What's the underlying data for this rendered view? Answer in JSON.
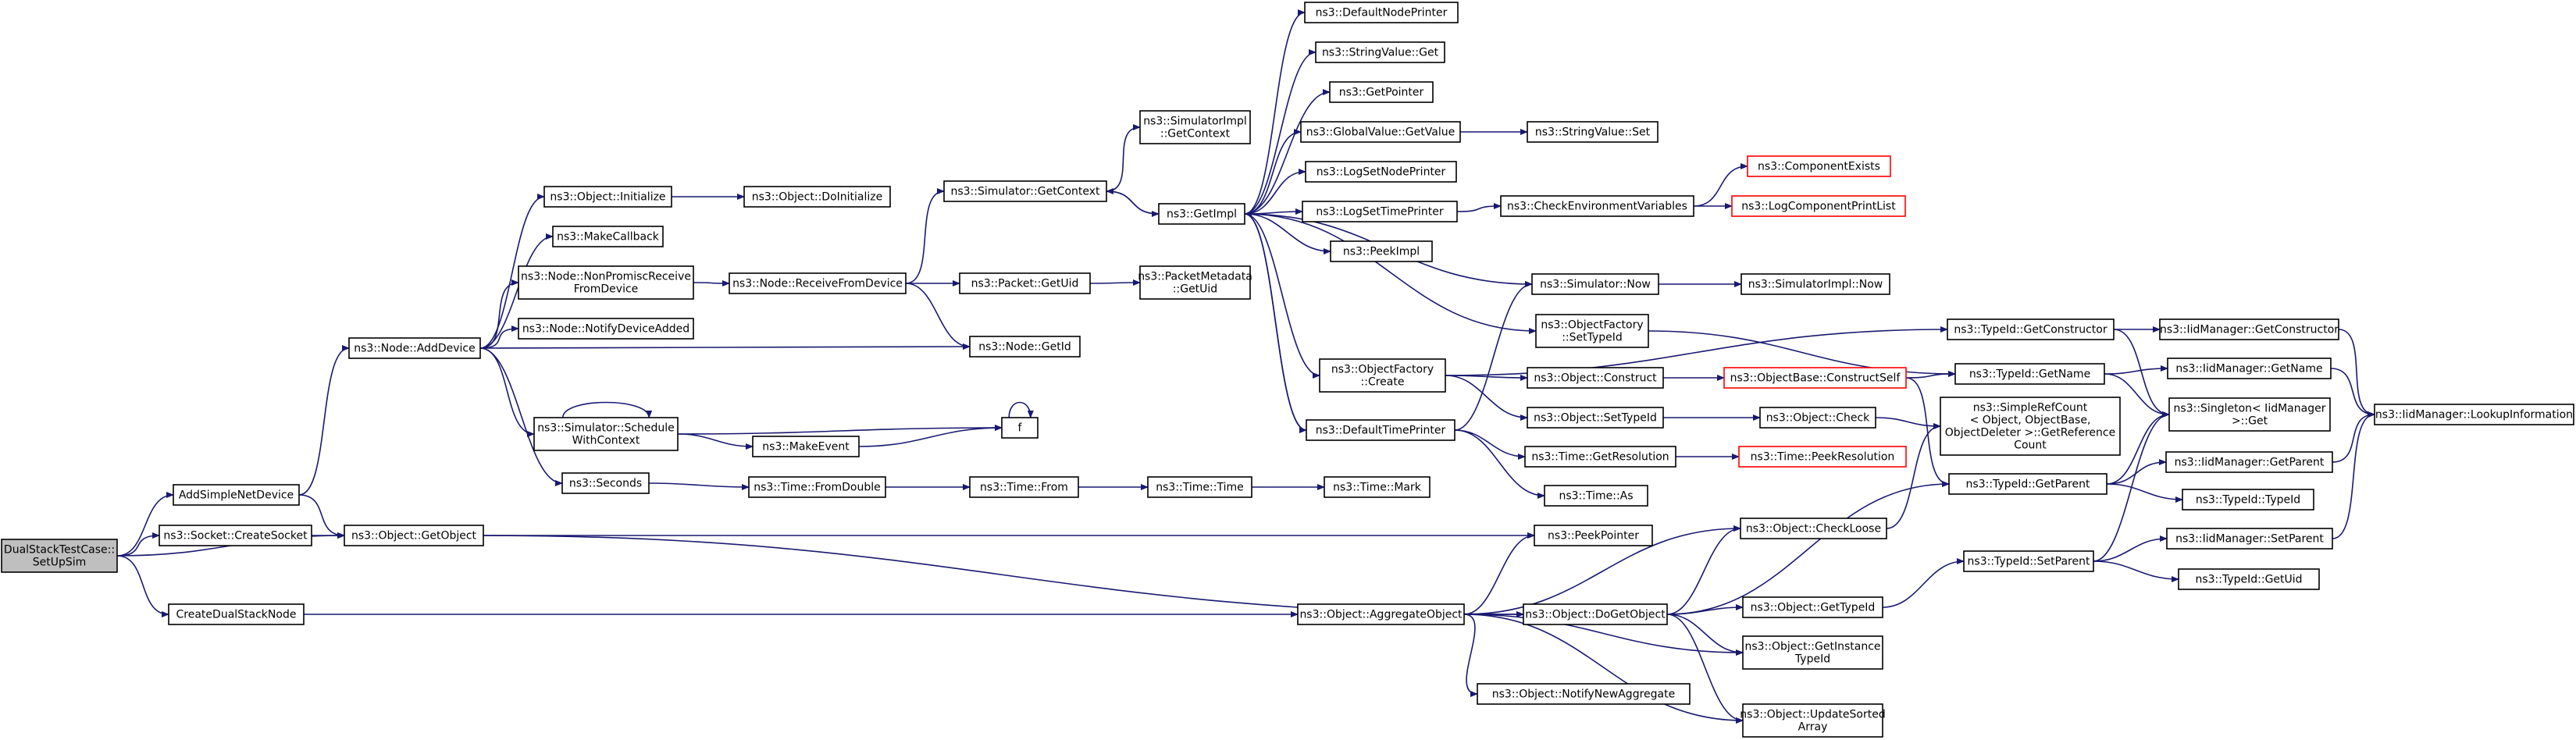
{
  "colors": {
    "edge": "#191970",
    "root_fill": "#bfbfbf",
    "node_fill": "#ffffff",
    "truncated_border": "#ff0000"
  },
  "nodes": [
    {
      "id": "root",
      "lines": [
        "DualStackTestCase::",
        "SetUpSim"
      ],
      "root": true
    },
    {
      "id": "addSimpleNetDevice",
      "lines": [
        "AddSimpleNetDevice"
      ]
    },
    {
      "id": "socketCreateSocket",
      "lines": [
        "ns3::Socket::CreateSocket"
      ]
    },
    {
      "id": "createDualStackNode",
      "lines": [
        "CreateDualStackNode"
      ]
    },
    {
      "id": "objectGetObject",
      "lines": [
        "ns3::Object::GetObject"
      ]
    },
    {
      "id": "nodeAddDevice",
      "lines": [
        "ns3::Node::AddDevice"
      ]
    },
    {
      "id": "objectInitialize",
      "lines": [
        "ns3::Object::Initialize"
      ]
    },
    {
      "id": "makeCallback",
      "lines": [
        "ns3::MakeCallback"
      ]
    },
    {
      "id": "nodeNonPromisc",
      "lines": [
        "ns3::Node::NonPromiscReceive",
        "FromDevice"
      ]
    },
    {
      "id": "nodeNotifyDeviceAdded",
      "lines": [
        "ns3::Node::NotifyDeviceAdded"
      ]
    },
    {
      "id": "simulatorScheduleWithContext",
      "lines": [
        "ns3::Simulator::Schedule",
        "WithContext"
      ]
    },
    {
      "id": "seconds",
      "lines": [
        "ns3::Seconds"
      ]
    },
    {
      "id": "objectDoInitialize",
      "lines": [
        "ns3::Object::DoInitialize"
      ]
    },
    {
      "id": "nodeReceiveFromDevice",
      "lines": [
        "ns3::Node::ReceiveFromDevice"
      ]
    },
    {
      "id": "nodeGetId",
      "lines": [
        "ns3::Node::GetId"
      ]
    },
    {
      "id": "makeEvent",
      "lines": [
        "ns3::MakeEvent"
      ]
    },
    {
      "id": "f",
      "lines": [
        "f"
      ]
    },
    {
      "id": "timeFromDouble",
      "lines": [
        "ns3::Time::FromDouble"
      ]
    },
    {
      "id": "timeFrom",
      "lines": [
        "ns3::Time::From"
      ]
    },
    {
      "id": "timeTime",
      "lines": [
        "ns3::Time::Time"
      ]
    },
    {
      "id": "timeMark",
      "lines": [
        "ns3::Time::Mark"
      ]
    },
    {
      "id": "simulatorGetContext",
      "lines": [
        "ns3::Simulator::GetContext"
      ]
    },
    {
      "id": "packetGetUid",
      "lines": [
        "ns3::Packet::GetUid"
      ]
    },
    {
      "id": "simulatorImplGetContext",
      "lines": [
        "ns3::SimulatorImpl",
        "::GetContext"
      ]
    },
    {
      "id": "packetMetadataGetUid",
      "lines": [
        "ns3::PacketMetadata",
        "::GetUid"
      ]
    },
    {
      "id": "getImpl",
      "lines": [
        "ns3::GetImpl"
      ]
    },
    {
      "id": "defaultNodePrinter",
      "lines": [
        "ns3::DefaultNodePrinter"
      ]
    },
    {
      "id": "stringValueGet",
      "lines": [
        "ns3::StringValue::Get"
      ]
    },
    {
      "id": "getPointer",
      "lines": [
        "ns3::GetPointer"
      ]
    },
    {
      "id": "globalValueGetValue",
      "lines": [
        "ns3::GlobalValue::GetValue"
      ]
    },
    {
      "id": "logSetNodePrinter",
      "lines": [
        "ns3::LogSetNodePrinter"
      ]
    },
    {
      "id": "logSetTimePrinter",
      "lines": [
        "ns3::LogSetTimePrinter"
      ]
    },
    {
      "id": "peekImpl",
      "lines": [
        "ns3::PeekImpl"
      ]
    },
    {
      "id": "objectFactoryCreate",
      "lines": [
        "ns3::ObjectFactory",
        "::Create"
      ]
    },
    {
      "id": "defaultTimePrinter",
      "lines": [
        "ns3::DefaultTimePrinter"
      ]
    },
    {
      "id": "stringValueSet",
      "lines": [
        "ns3::StringValue::Set"
      ]
    },
    {
      "id": "checkEnvironmentVariables",
      "lines": [
        "ns3::CheckEnvironmentVariables"
      ]
    },
    {
      "id": "componentExists",
      "lines": [
        "ns3::ComponentExists"
      ],
      "truncated": true
    },
    {
      "id": "logComponentPrintList",
      "lines": [
        "ns3::LogComponentPrintList"
      ],
      "truncated": true
    },
    {
      "id": "simulatorNow",
      "lines": [
        "ns3::Simulator::Now"
      ]
    },
    {
      "id": "simulatorImplNow",
      "lines": [
        "ns3::SimulatorImpl::Now"
      ]
    },
    {
      "id": "objectFactorySetTypeId",
      "lines": [
        "ns3::ObjectFactory",
        "::SetTypeId"
      ]
    },
    {
      "id": "objectConstruct",
      "lines": [
        "ns3::Object::Construct"
      ]
    },
    {
      "id": "objectSetTypeId",
      "lines": [
        "ns3::Object::SetTypeId"
      ]
    },
    {
      "id": "objectBaseConstructSelf",
      "lines": [
        "ns3::ObjectBase::ConstructSelf"
      ],
      "truncated": true
    },
    {
      "id": "objectCheck",
      "lines": [
        "ns3::Object::Check"
      ]
    },
    {
      "id": "timeGetResolution",
      "lines": [
        "ns3::Time::GetResolution"
      ]
    },
    {
      "id": "timePeekResolution",
      "lines": [
        "ns3::Time::PeekResolution"
      ],
      "truncated": true
    },
    {
      "id": "timeAs",
      "lines": [
        "ns3::Time::As"
      ]
    },
    {
      "id": "typeIdGetConstructor",
      "lines": [
        "ns3::TypeId::GetConstructor"
      ]
    },
    {
      "id": "typeIdGetName",
      "lines": [
        "ns3::TypeId::GetName"
      ]
    },
    {
      "id": "simpleRefCount",
      "lines": [
        "ns3::SimpleRefCount",
        "< Object, ObjectBase,",
        "ObjectDeleter >::GetReference",
        "Count"
      ]
    },
    {
      "id": "typeIdGetParent",
      "lines": [
        "ns3::TypeId::GetParent"
      ]
    },
    {
      "id": "typeIdTypeId",
      "lines": [
        "ns3::TypeId::TypeId"
      ]
    },
    {
      "id": "iidGetConstructor",
      "lines": [
        "ns3::IidManager::GetConstructor"
      ]
    },
    {
      "id": "iidGetName",
      "lines": [
        "ns3::IidManager::GetName"
      ]
    },
    {
      "id": "singletonGet",
      "lines": [
        "ns3::Singleton< IidManager",
        ">::Get"
      ]
    },
    {
      "id": "iidGetParent",
      "lines": [
        "ns3::IidManager::GetParent"
      ]
    },
    {
      "id": "iidLookupInformation",
      "lines": [
        "ns3::IidManager::LookupInformation"
      ]
    },
    {
      "id": "peekPointer",
      "lines": [
        "ns3::PeekPointer"
      ]
    },
    {
      "id": "objectAggregateObject",
      "lines": [
        "ns3::Object::AggregateObject"
      ]
    },
    {
      "id": "objectDoGetObject",
      "lines": [
        "ns3::Object::DoGetObject"
      ]
    },
    {
      "id": "objectCheckLoose",
      "lines": [
        "ns3::Object::CheckLoose"
      ]
    },
    {
      "id": "objectGetTypeId",
      "lines": [
        "ns3::Object::GetTypeId"
      ]
    },
    {
      "id": "objectGetInstanceTypeId",
      "lines": [
        "ns3::Object::GetInstance",
        "TypeId"
      ]
    },
    {
      "id": "objectNotifyNewAggregate",
      "lines": [
        "ns3::Object::NotifyNewAggregate"
      ]
    },
    {
      "id": "objectUpdateSortedArray",
      "lines": [
        "ns3::Object::UpdateSorted",
        "Array"
      ]
    },
    {
      "id": "typeIdSetParent",
      "lines": [
        "ns3::TypeId::SetParent"
      ]
    },
    {
      "id": "iidSetParent",
      "lines": [
        "ns3::IidManager::SetParent"
      ]
    },
    {
      "id": "typeIdGetUid",
      "lines": [
        "ns3::TypeId::GetUid"
      ]
    }
  ],
  "edges": [
    [
      "root",
      "addSimpleNetDevice"
    ],
    [
      "root",
      "socketCreateSocket"
    ],
    [
      "root",
      "objectGetObject"
    ],
    [
      "root",
      "createDualStackNode"
    ],
    [
      "addSimpleNetDevice",
      "nodeAddDevice"
    ],
    [
      "addSimpleNetDevice",
      "objectGetObject"
    ],
    [
      "socketCreateSocket",
      "objectGetObject"
    ],
    [
      "createDualStackNode",
      "objectAggregateObject"
    ],
    [
      "objectGetObject",
      "peekPointer"
    ],
    [
      "objectGetObject",
      "objectDoGetObject"
    ],
    [
      "nodeAddDevice",
      "objectInitialize"
    ],
    [
      "nodeAddDevice",
      "makeCallback"
    ],
    [
      "nodeAddDevice",
      "nodeNonPromisc"
    ],
    [
      "nodeAddDevice",
      "nodeNotifyDeviceAdded"
    ],
    [
      "nodeAddDevice",
      "nodeGetId"
    ],
    [
      "nodeAddDevice",
      "simulatorScheduleWithContext"
    ],
    [
      "nodeAddDevice",
      "seconds"
    ],
    [
      "objectInitialize",
      "objectDoInitialize"
    ],
    [
      "nodeNonPromisc",
      "nodeReceiveFromDevice"
    ],
    [
      "nodeReceiveFromDevice",
      "simulatorGetContext"
    ],
    [
      "nodeReceiveFromDevice",
      "packetGetUid"
    ],
    [
      "nodeReceiveFromDevice",
      "nodeGetId"
    ],
    [
      "simulatorScheduleWithContext",
      "simulatorScheduleWithContext"
    ],
    [
      "simulatorScheduleWithContext",
      "makeEvent"
    ],
    [
      "simulatorScheduleWithContext",
      "f"
    ],
    [
      "makeEvent",
      "f"
    ],
    [
      "f",
      "f"
    ],
    [
      "seconds",
      "timeFromDouble"
    ],
    [
      "timeFromDouble",
      "timeFrom"
    ],
    [
      "timeFrom",
      "timeTime"
    ],
    [
      "timeTime",
      "timeMark"
    ],
    [
      "simulatorGetContext",
      "simulatorImplGetContext"
    ],
    [
      "simulatorGetContext",
      "getImpl"
    ],
    [
      "packetGetUid",
      "packetMetadataGetUid"
    ],
    [
      "getImpl",
      "defaultNodePrinter"
    ],
    [
      "getImpl",
      "stringValueGet"
    ],
    [
      "getImpl",
      "getPointer"
    ],
    [
      "getImpl",
      "globalValueGetValue"
    ],
    [
      "getImpl",
      "logSetNodePrinter"
    ],
    [
      "getImpl",
      "logSetTimePrinter"
    ],
    [
      "getImpl",
      "peekImpl"
    ],
    [
      "getImpl",
      "simulatorGetContext"
    ],
    [
      "getImpl",
      "simulatorNow"
    ],
    [
      "getImpl",
      "objectFactorySetTypeId"
    ],
    [
      "getImpl",
      "objectFactoryCreate"
    ],
    [
      "getImpl",
      "defaultTimePrinter"
    ],
    [
      "globalValueGetValue",
      "stringValueSet"
    ],
    [
      "logSetTimePrinter",
      "checkEnvironmentVariables"
    ],
    [
      "checkEnvironmentVariables",
      "componentExists"
    ],
    [
      "checkEnvironmentVariables",
      "logComponentPrintList"
    ],
    [
      "objectFactoryCreate",
      "typeIdGetConstructor"
    ],
    [
      "objectFactoryCreate",
      "objectConstruct"
    ],
    [
      "objectFactoryCreate",
      "objectSetTypeId"
    ],
    [
      "defaultTimePrinter",
      "getImpl"
    ],
    [
      "defaultTimePrinter",
      "simulatorNow"
    ],
    [
      "defaultTimePrinter",
      "timeGetResolution"
    ],
    [
      "defaultTimePrinter",
      "timeAs"
    ],
    [
      "simulatorNow",
      "simulatorImplNow"
    ],
    [
      "objectFactorySetTypeId",
      "typeIdGetName"
    ],
    [
      "objectConstruct",
      "objectBaseConstructSelf"
    ],
    [
      "objectBaseConstructSelf",
      "typeIdGetName"
    ],
    [
      "objectBaseConstructSelf",
      "typeIdGetParent"
    ],
    [
      "objectSetTypeId",
      "objectCheck"
    ],
    [
      "objectCheck",
      "simpleRefCount"
    ],
    [
      "timeGetResolution",
      "timePeekResolution"
    ],
    [
      "typeIdGetConstructor",
      "iidGetConstructor"
    ],
    [
      "typeIdGetConstructor",
      "singletonGet"
    ],
    [
      "typeIdGetName",
      "iidGetName"
    ],
    [
      "typeIdGetName",
      "singletonGet"
    ],
    [
      "typeIdGetParent",
      "singletonGet"
    ],
    [
      "typeIdGetParent",
      "iidGetParent"
    ],
    [
      "typeIdGetParent",
      "typeIdTypeId"
    ],
    [
      "iidGetConstructor",
      "iidLookupInformation"
    ],
    [
      "iidGetName",
      "iidLookupInformation"
    ],
    [
      "iidGetParent",
      "iidLookupInformation"
    ],
    [
      "objectAggregateObject",
      "peekPointer"
    ],
    [
      "objectAggregateObject",
      "objectCheckLoose"
    ],
    [
      "objectAggregateObject",
      "objectDoGetObject"
    ],
    [
      "objectAggregateObject",
      "objectGetInstanceTypeId"
    ],
    [
      "objectAggregateObject",
      "objectNotifyNewAggregate"
    ],
    [
      "objectAggregateObject",
      "objectUpdateSortedArray"
    ],
    [
      "objectDoGetObject",
      "objectCheckLoose"
    ],
    [
      "objectDoGetObject",
      "typeIdGetParent"
    ],
    [
      "objectDoGetObject",
      "objectGetTypeId"
    ],
    [
      "objectDoGetObject",
      "objectGetInstanceTypeId"
    ],
    [
      "objectDoGetObject",
      "objectUpdateSortedArray"
    ],
    [
      "objectCheckLoose",
      "simpleRefCount"
    ],
    [
      "objectGetTypeId",
      "typeIdSetParent"
    ],
    [
      "typeIdSetParent",
      "singletonGet"
    ],
    [
      "typeIdSetParent",
      "iidSetParent"
    ],
    [
      "typeIdSetParent",
      "typeIdGetUid"
    ],
    [
      "iidSetParent",
      "iidLookupInformation"
    ]
  ]
}
